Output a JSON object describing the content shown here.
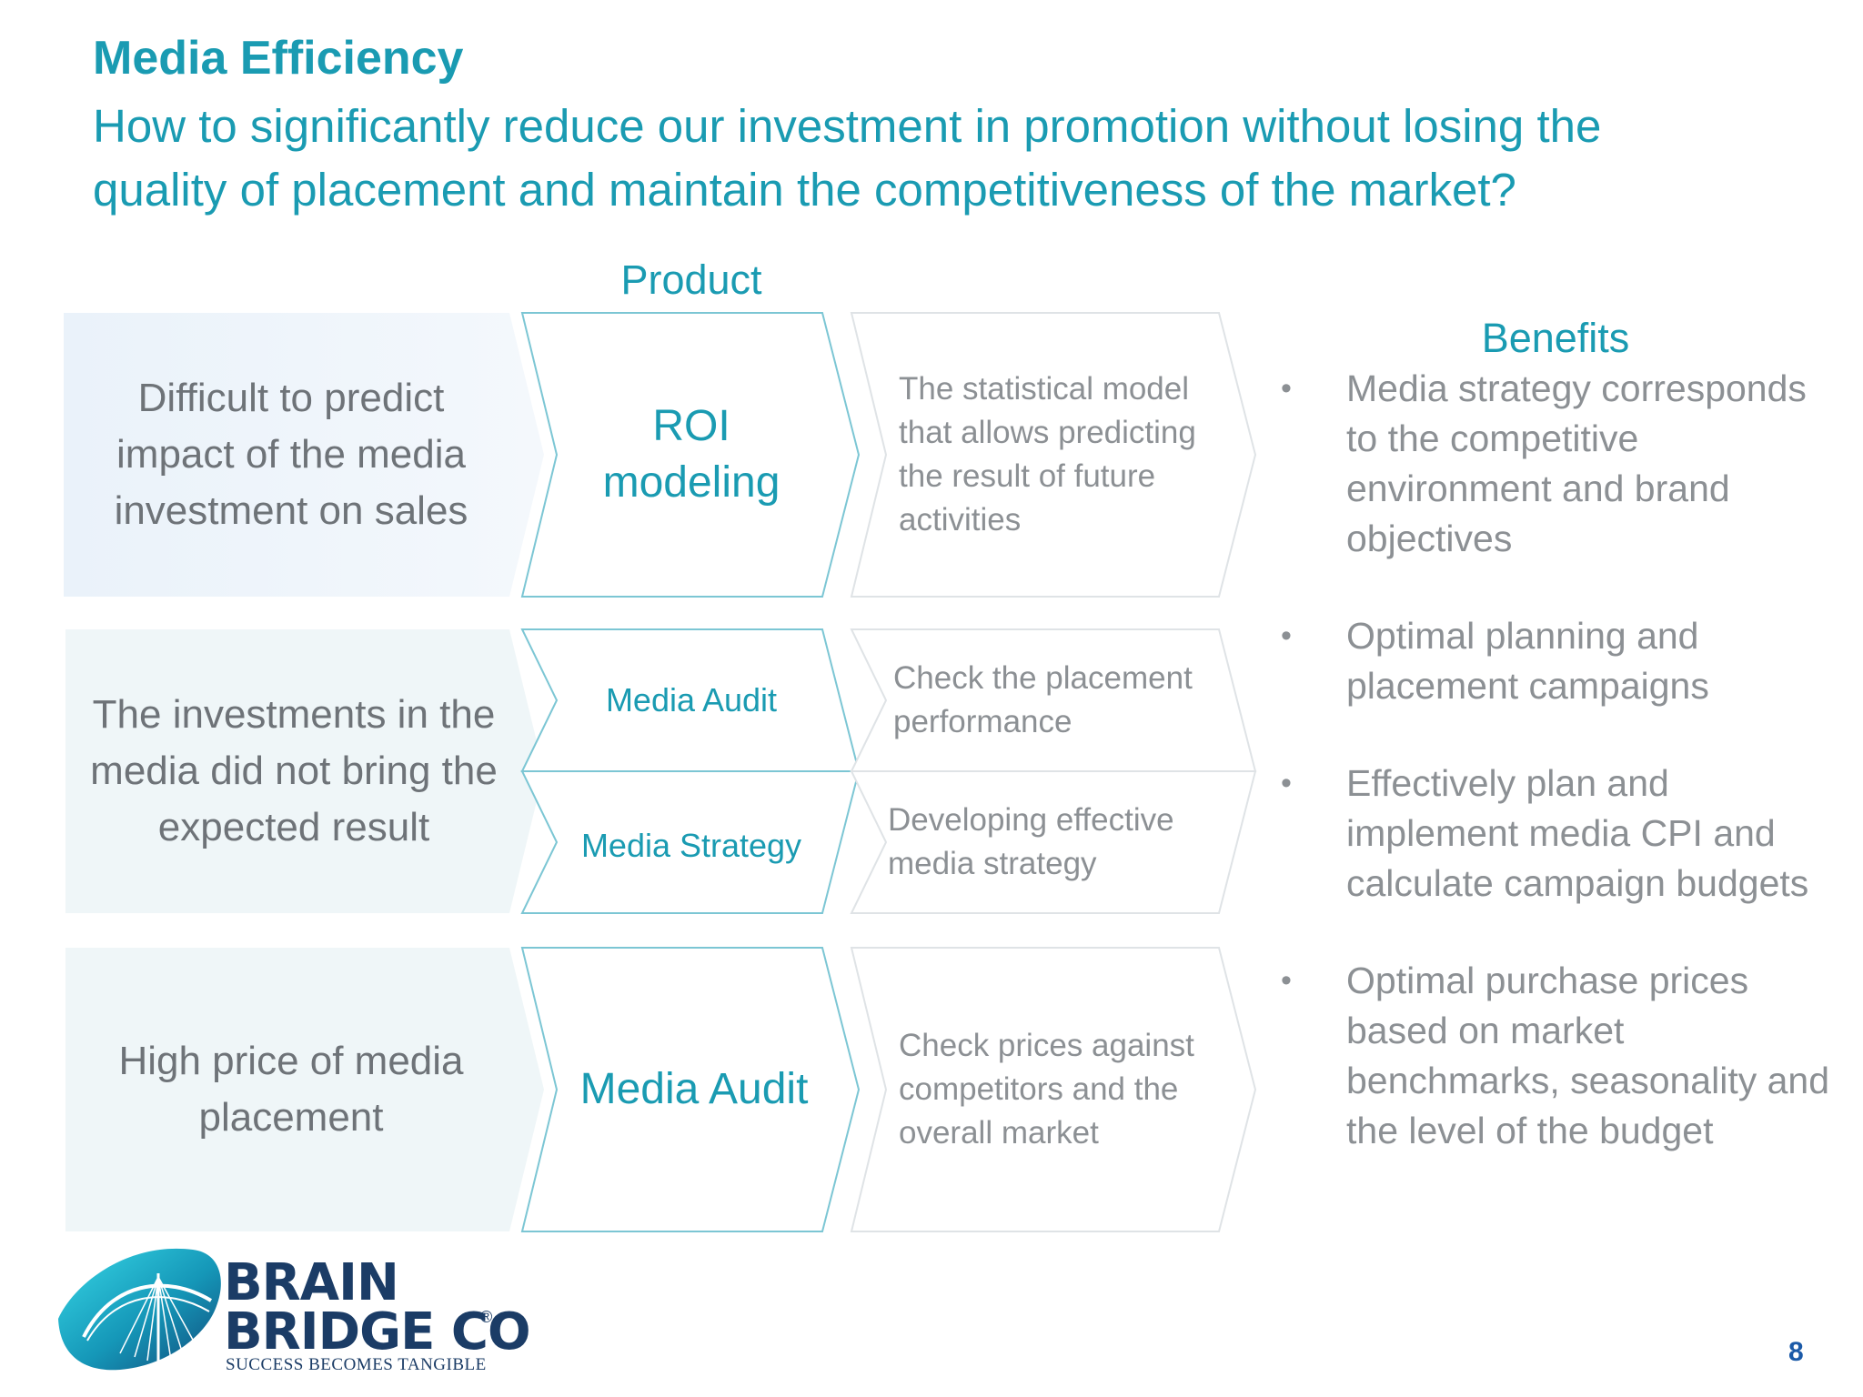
{
  "header": {
    "title": "Media Efficiency",
    "subtitle": "How to significantly reduce our investment in promotion without losing the quality of placement and maintain the competitiveness of the market?"
  },
  "columns": {
    "product": "Product",
    "benefits": "Benefits"
  },
  "rows": [
    {
      "problem": "Difficult to predict impact of the media investment on sales",
      "product": "ROI modeling",
      "description": "The statistical model that allows predicting the result of future activities"
    },
    {
      "problem": "The investments in the media did not bring the expected result",
      "products": [
        {
          "product": "Media Audit",
          "description": "Check the placement performance"
        },
        {
          "product": "Media Strategy",
          "description": "Developing effective media strategy"
        }
      ]
    },
    {
      "problem": "High price of media placement",
      "product": "Media Audit",
      "description": "Check prices against competitors and the overall market"
    }
  ],
  "benefits": [
    "Media strategy corresponds to the competitive environment and brand objectives",
    "Optimal planning and placement campaigns",
    "Effectively plan  and implement media CPI and calculate campaign budgets",
    "Optimal purchase prices based on market benchmarks, seasonality and the level of the budget"
  ],
  "logo": {
    "line1": "BRAIN",
    "line2": "BRIDGE CO",
    "registered": "®",
    "tagline": "SUCCESS BECOMES TANGIBLE"
  },
  "page_number": "8",
  "colors": {
    "accent": "#1a9bb2",
    "text_gray": "#8c9094",
    "problem_fill": "#eef4fa",
    "logo_navy": "#1b3c66"
  }
}
